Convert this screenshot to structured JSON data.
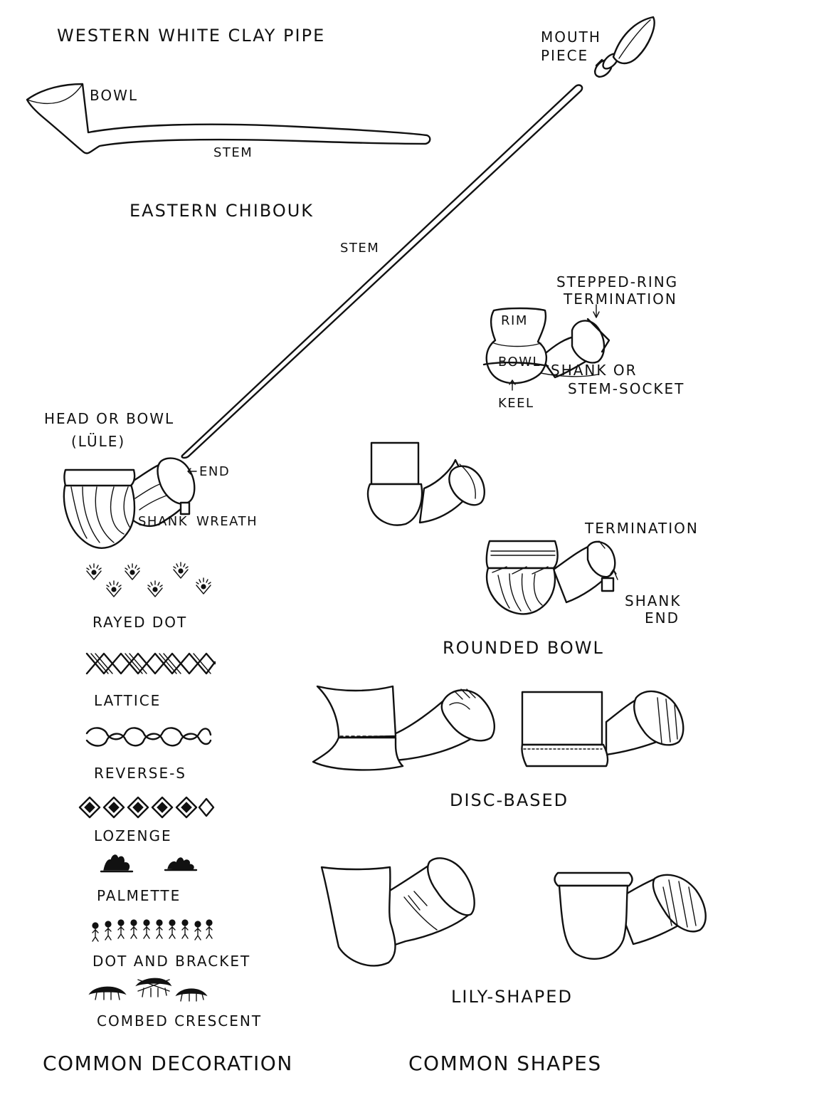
{
  "titles": {
    "western": "WESTERN WHITE CLAY PIPE",
    "eastern": "EASTERN CHIBOUK",
    "common_decoration": "COMMON DECORATION",
    "common_shapes": "COMMON SHAPES"
  },
  "western_pipe": {
    "bowl": "BOWL",
    "stem": "STEM"
  },
  "chibouk": {
    "mouth_piece_1": "MOUTH",
    "mouth_piece_2": "PIECE",
    "stem": "STEM",
    "head_1": "HEAD OR BOWL",
    "head_2": "(LÜLE)",
    "end": "END",
    "shank": "SHANK",
    "wreath": "WREATH"
  },
  "anatomy": {
    "stepped_ring_1": "STEPPED-RING",
    "stepped_ring_2": "TERMINATION",
    "rim": "RIM",
    "bowl": "BOWL",
    "shank_1": "SHANK OR",
    "shank_2": "STEM-SOCKET",
    "keel": "KEEL"
  },
  "decorations": [
    "RAYED DOT",
    "LATTICE",
    "REVERSE-S",
    "LOZENGE",
    "PALMETTE",
    "DOT AND BRACKET",
    "COMBED CRESCENT"
  ],
  "shapes": {
    "termination": "TERMINATION",
    "shank_end_1": "SHANK",
    "shank_end_2": "END",
    "rounded_bowl": "ROUNDED BOWL",
    "disc_based": "DISC-BASED",
    "lily_shaped": "LILY-SHAPED"
  }
}
